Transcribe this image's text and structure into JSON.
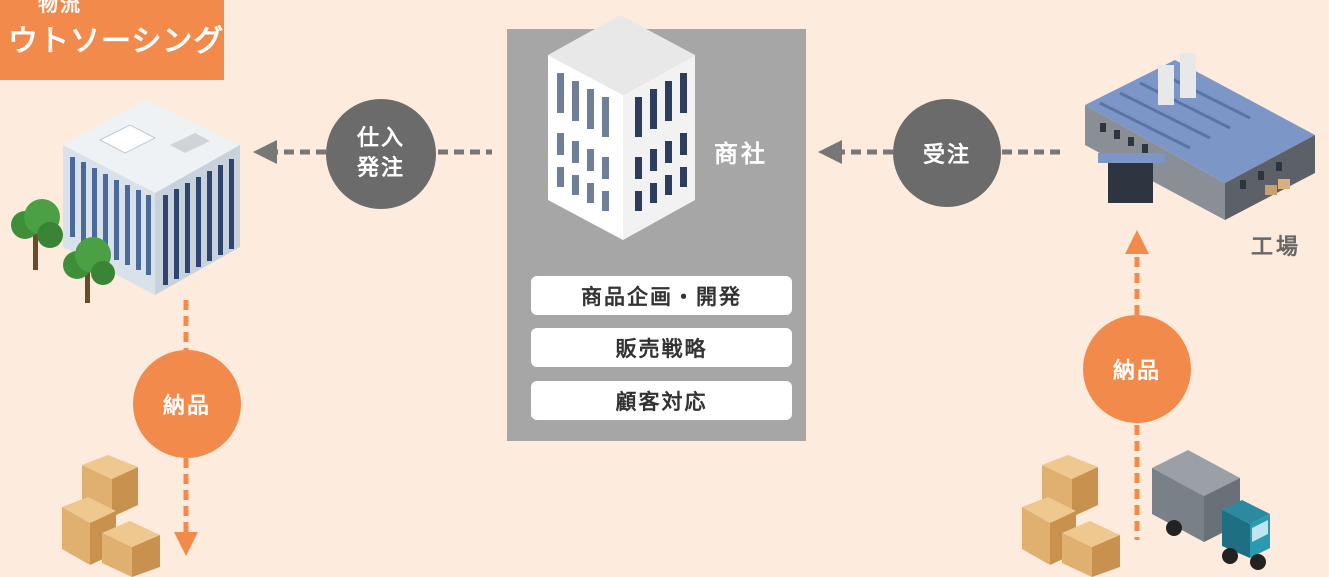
{
  "corner_label": {
    "line1": "物流",
    "line2": "ウトソーシング"
  },
  "center": {
    "title": "商社",
    "roles": [
      "商品企画・開発",
      "販売戦略",
      "顧客対応"
    ]
  },
  "circles": {
    "left_order": {
      "line1": "仕入",
      "line2": "発注"
    },
    "right_order": "受注",
    "left_delivery": "納品",
    "right_delivery": "納品"
  },
  "factory_label": "工場",
  "colors": {
    "background": "#fdebdd",
    "accent_orange": "#f28a4b",
    "panel_gray": "#a6a6a6",
    "circle_gray": "#6b6b6b"
  },
  "icons": [
    "office-building-icon",
    "trees-icon",
    "trading-company-building-icon",
    "factory-icon",
    "cardboard-boxes-icon",
    "delivery-truck-icon",
    "dotted-arrow-icon"
  ]
}
